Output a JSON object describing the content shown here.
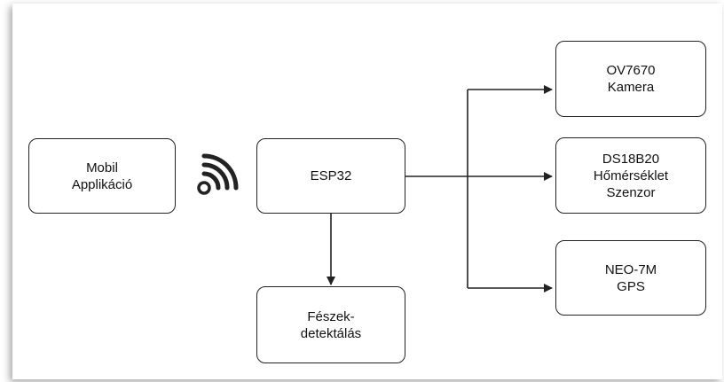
{
  "nodes": {
    "mobile": {
      "label": "Mobil\nApplikáció"
    },
    "esp32": {
      "label": "ESP32"
    },
    "nest": {
      "label": "Fészek-\ndetektálás"
    },
    "camera": {
      "label": "OV7670\nKamera"
    },
    "temp": {
      "label": "DS18B20\nHőmérséklet\nSzenzor"
    },
    "gps": {
      "label": "NEO-7M\nGPS"
    }
  },
  "icons": {
    "wireless": "wifi-signal-icon"
  },
  "colors": {
    "stroke": "#222222",
    "background": "#ffffff"
  }
}
